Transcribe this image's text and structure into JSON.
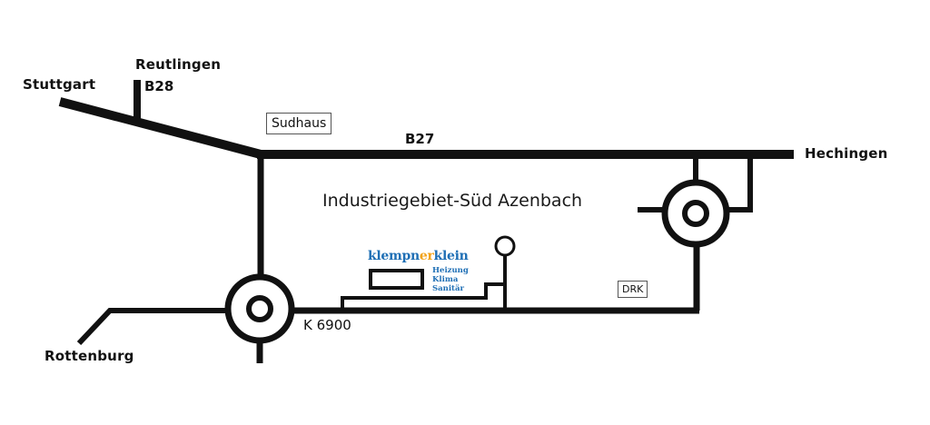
{
  "map": {
    "title": "Industriegebiet-Süd Azenbach",
    "places": {
      "stuttgart": "Stuttgart",
      "reutlingen": "Reutlingen",
      "hechingen": "Hechingen",
      "rottenburg": "Rottenburg"
    },
    "roads": {
      "b28": "B28",
      "b27": "B27",
      "k6900": "K 6900"
    },
    "landmarks": {
      "sudhaus": "Sudhaus",
      "drk": "DRK"
    },
    "company": {
      "name_part1": "klempn",
      "name_accent": "er",
      "name_part2": "klein",
      "services": [
        "Heizung",
        "Klima",
        "Sanitär"
      ],
      "brand_color": "#1f6fb5",
      "accent_color": "#f2a31b"
    },
    "icons": [
      "roundabout-icon",
      "building-icon",
      "location-pin-icon"
    ]
  }
}
